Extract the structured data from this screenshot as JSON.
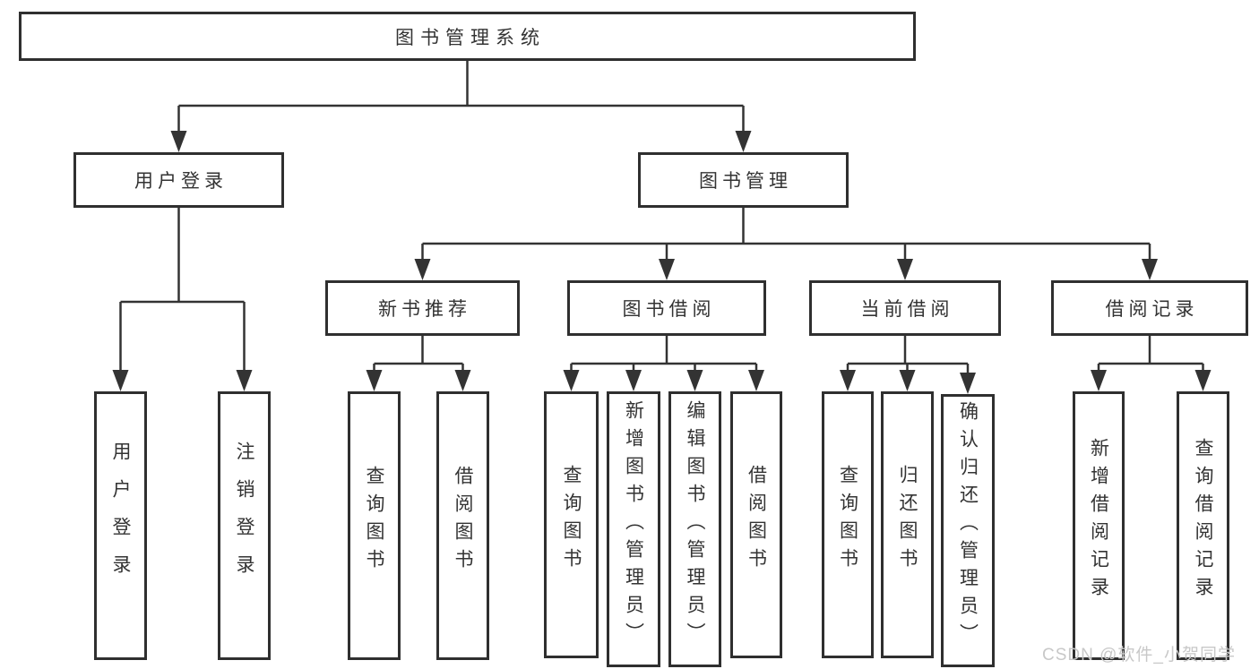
{
  "title": "图书管理系统",
  "watermark": "CSDN @软件_小贺同学",
  "colors": {
    "background": "#ffffff",
    "line": "#333333",
    "box_border": "#2f2f2f",
    "text": "#333333",
    "watermark": "#c8c8c8"
  },
  "tree": {
    "label": "图书管理系统",
    "children": [
      {
        "label": "用户登录",
        "children": [
          {
            "label": "用户登录"
          },
          {
            "label": "注销登录"
          }
        ]
      },
      {
        "label": "图书管理",
        "children": [
          {
            "label": "新书推荐",
            "children": [
              {
                "label": "查询图书"
              },
              {
                "label": "借阅图书"
              }
            ]
          },
          {
            "label": "图书借阅",
            "children": [
              {
                "label": "查询图书"
              },
              {
                "label": "新增图书（管理员）"
              },
              {
                "label": "编辑图书（管理员）"
              },
              {
                "label": "借阅图书"
              }
            ]
          },
          {
            "label": "当前借阅",
            "children": [
              {
                "label": "查询图书"
              },
              {
                "label": "归还图书"
              },
              {
                "label": "确认归还（管理员）"
              }
            ]
          },
          {
            "label": "借阅记录",
            "children": [
              {
                "label": "新增借阅记录"
              },
              {
                "label": "查询借阅记录"
              }
            ]
          }
        ]
      }
    ]
  }
}
